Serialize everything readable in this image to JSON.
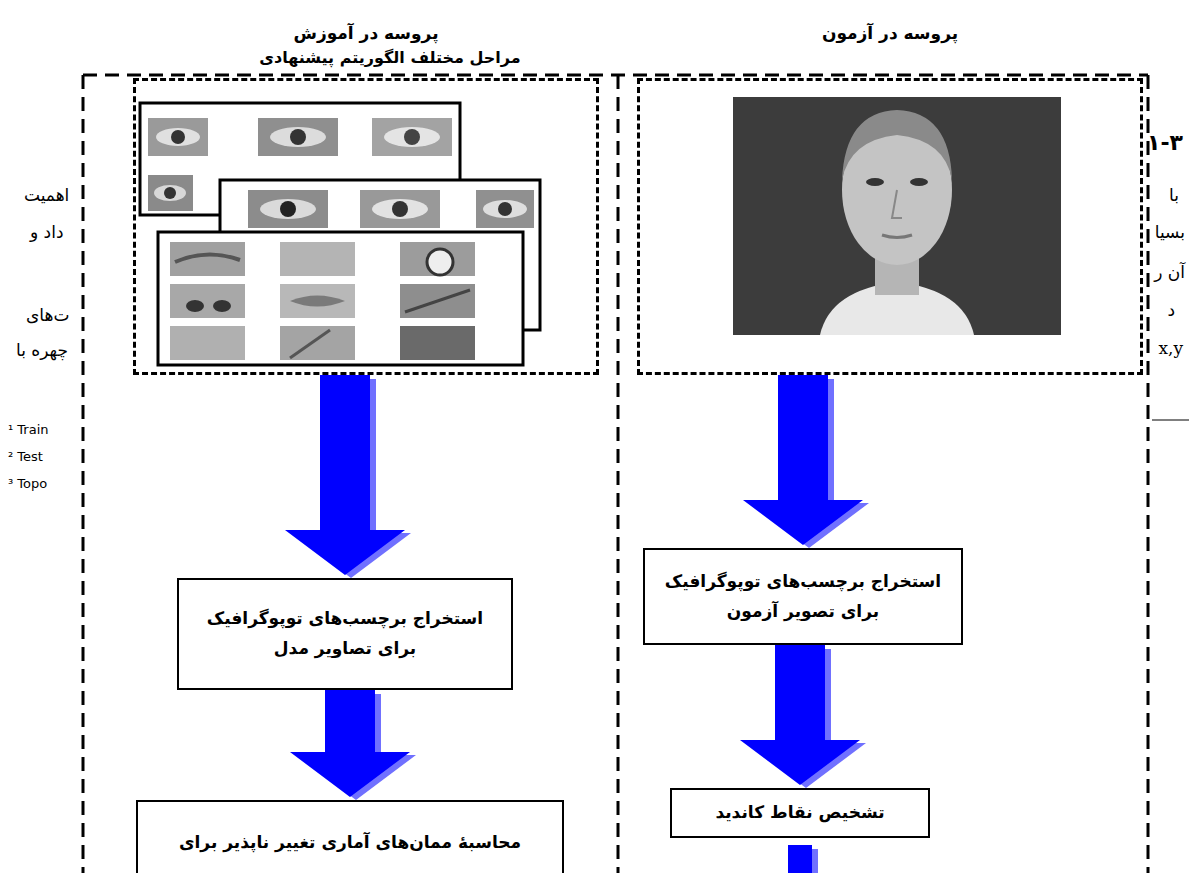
{
  "diagram": {
    "nodes": [
      {
        "text": [
          "پروسه در آموزش"
        ]
      },
      {
        "text": [
          "استخراج برچسب‌های توپوگرافیک برای تصاویر مدل"
        ]
      },
      {
        "text": [
          "محاسبهٔ ممان‌های آماری تغییر ناپذیر برای"
        ]
      },
      {
        "text": [
          "پروسه در آزمون"
        ]
      },
      {
        "text": [
          "استخراج برچسب‌های توپوگرافیک برای تصویر آزمون"
        ]
      },
      {
        "text": [
          "تشخیص نقاط کاندید"
        ]
      }
    ],
    "edges": [
      {
        "from": 0,
        "to": 1,
        "arrow": "to"
      },
      {
        "from": 1,
        "to": 2,
        "arrow": "to"
      },
      {
        "from": 3,
        "to": 4,
        "arrow": "to"
      },
      {
        "from": 4,
        "to": 5,
        "arrow": "to"
      }
    ],
    "labels": [
      "مراحل مختلف الگوریتم پیشنهادی",
      "۱-۳",
      "با",
      "بسیا",
      "آن ر",
      "د",
      "x,y",
      "اهمیت",
      "داد و",
      "ت‌های",
      "چهره با",
      "¹ Train",
      "² Test",
      "³ Topo"
    ]
  }
}
